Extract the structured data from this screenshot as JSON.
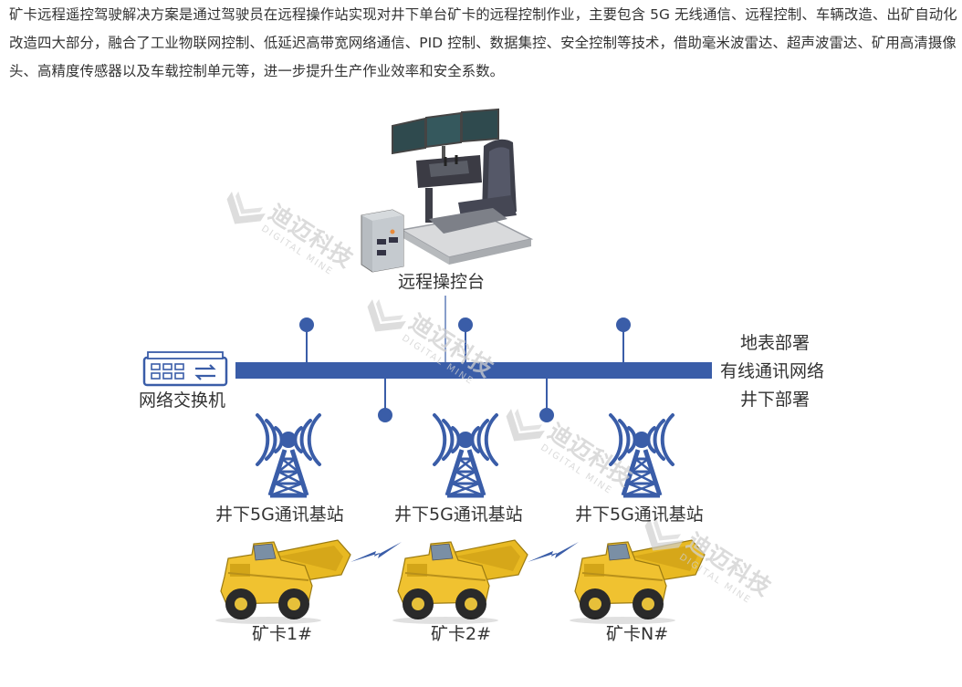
{
  "intro_text": "矿卡远程遥控驾驶解决方案是通过驾驶员在远程操作站实现对井下单台矿卡的远程控制作业，主要包含 5G 无线通信、远程控制、车辆改造、出矿自动化改造四大部分，融合了工业物联网控制、低延迟高带宽网络通信、PID 控制、数据集控、安全控制等技术，借助毫米波雷达、超声波雷达、矿用高清摄像头、高精度传感器以及车载控制单元等，进一步提升生产作业效率和安全系数。",
  "diagram": {
    "console_label": "远程操控台",
    "switch_label": "网络交换机",
    "network_label_lines": [
      "地表部署",
      "有线通讯网络",
      "井下部署"
    ],
    "base_stations": [
      {
        "label": "井下5G通讯基站"
      },
      {
        "label": "井下5G通讯基站"
      },
      {
        "label": "井下5G通讯基站"
      }
    ],
    "trucks": [
      {
        "label": "矿卡1#"
      },
      {
        "label": "矿卡2#"
      },
      {
        "label": "矿卡N#"
      }
    ]
  },
  "watermark": {
    "cn": "迪迈科技",
    "en": "DIGITAL MINE"
  },
  "colors": {
    "network_blue": "#3a5da8",
    "truck_yellow": "#e8b922",
    "text": "#333333"
  },
  "icons": [
    "control-console-icon",
    "network-switch-icon",
    "5g-tower-icon",
    "mining-truck-icon",
    "wireless-link-icon",
    "digital-mine-logo-icon"
  ]
}
